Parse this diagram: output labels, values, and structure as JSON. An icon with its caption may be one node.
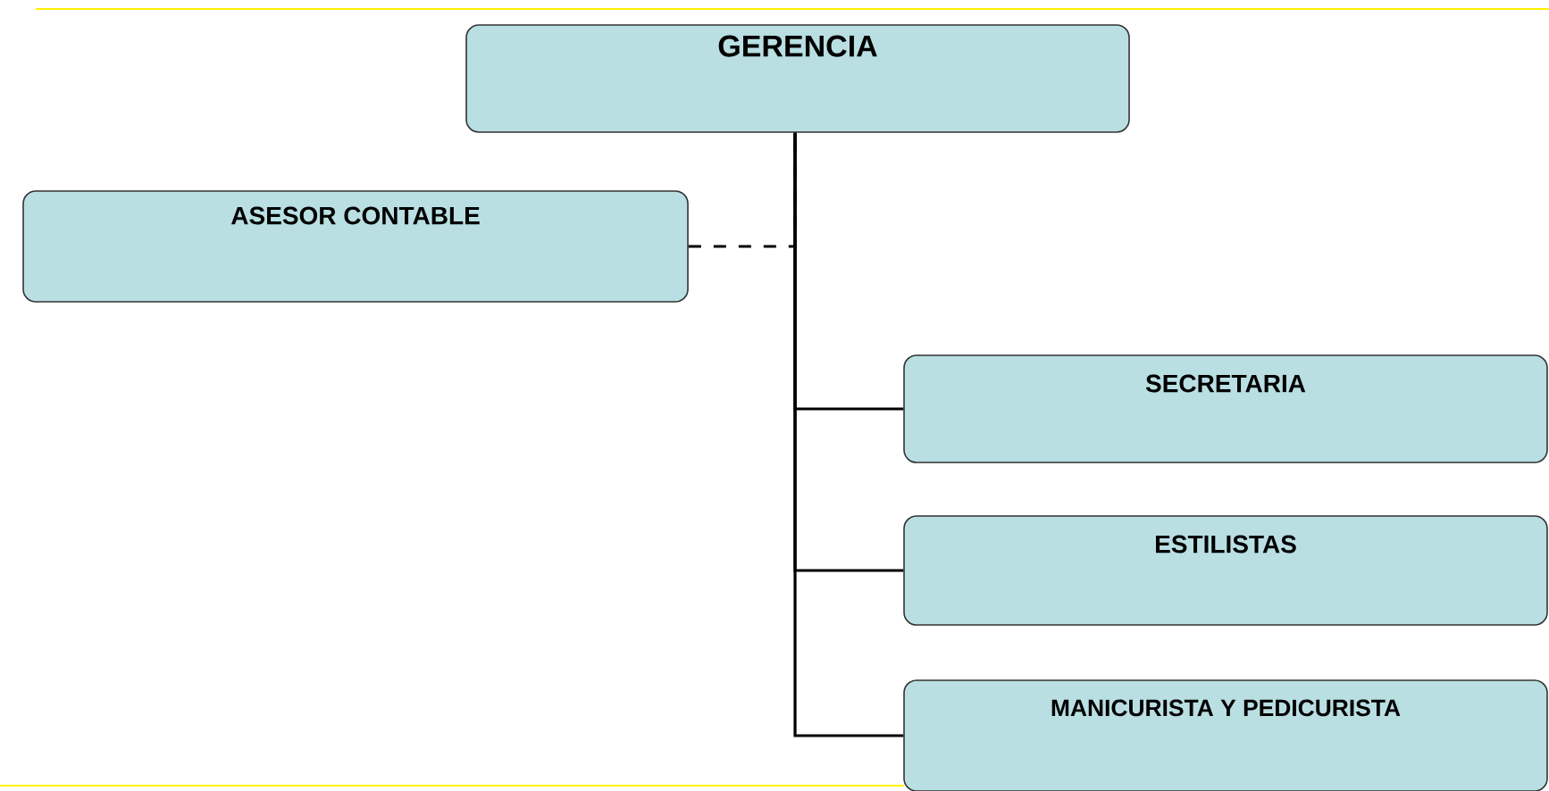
{
  "diagram": {
    "nodes": [
      {
        "text": [
          "GERENCIA"
        ]
      },
      {
        "text": [
          "ASESOR CONTABLE"
        ]
      },
      {
        "text": [
          "SECRETARIA"
        ]
      },
      {
        "text": [
          "ESTILISTAS"
        ]
      },
      {
        "text": [
          "MANICURISTA Y PEDICURISTA"
        ]
      }
    ],
    "edges": [
      {
        "from": 1,
        "to": 0,
        "arrow": "none",
        "style": "dashed"
      },
      {
        "from": 0,
        "to": 2,
        "arrow": "none"
      },
      {
        "from": 0,
        "to": 3,
        "arrow": "none"
      },
      {
        "from": 0,
        "to": 4,
        "arrow": "none"
      }
    ]
  }
}
